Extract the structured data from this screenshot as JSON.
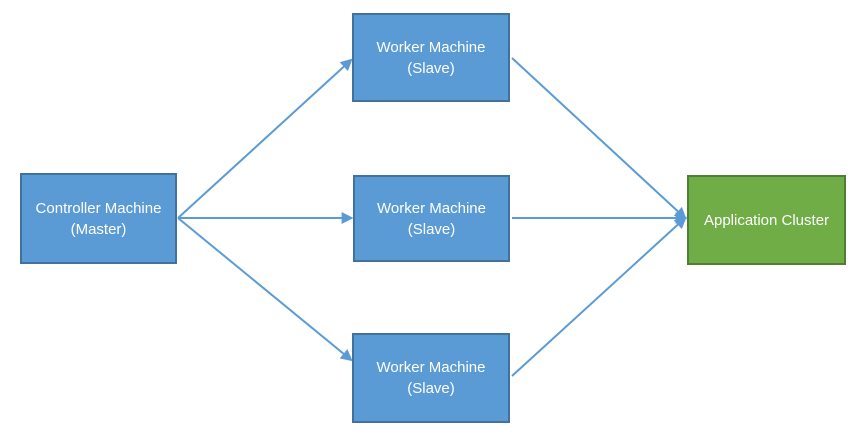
{
  "colors": {
    "canvas_bg": "#FFFFFF",
    "node_blue_fill": "#5B9BD5",
    "node_blue_border": "#41719C",
    "node_green_fill": "#70AD47",
    "node_green_border": "#507E32",
    "node_text": "#FFFFFF",
    "arrow": "#5B9BD5"
  },
  "nodes": {
    "controller": {
      "line1": "Controller Machine",
      "line2": "(Master)"
    },
    "worker_top": {
      "line1": "Worker Machine",
      "line2": "(Slave)"
    },
    "worker_middle": {
      "line1": "Worker Machine",
      "line2": "(Slave)"
    },
    "worker_bottom": {
      "line1": "Worker Machine",
      "line2": "(Slave)"
    },
    "cluster": {
      "line1": "Application Cluster"
    }
  },
  "edges": [
    {
      "from": "controller",
      "to": "worker_top",
      "arrowhead": "triangle"
    },
    {
      "from": "controller",
      "to": "worker_middle",
      "arrowhead": "triangle"
    },
    {
      "from": "controller",
      "to": "worker_bottom",
      "arrowhead": "triangle"
    },
    {
      "from": "worker_top",
      "to": "cluster",
      "arrowhead": "triangle"
    },
    {
      "from": "worker_middle",
      "to": "cluster",
      "arrowhead": "triangle"
    },
    {
      "from": "worker_bottom",
      "to": "cluster",
      "arrowhead": "triangle"
    }
  ]
}
